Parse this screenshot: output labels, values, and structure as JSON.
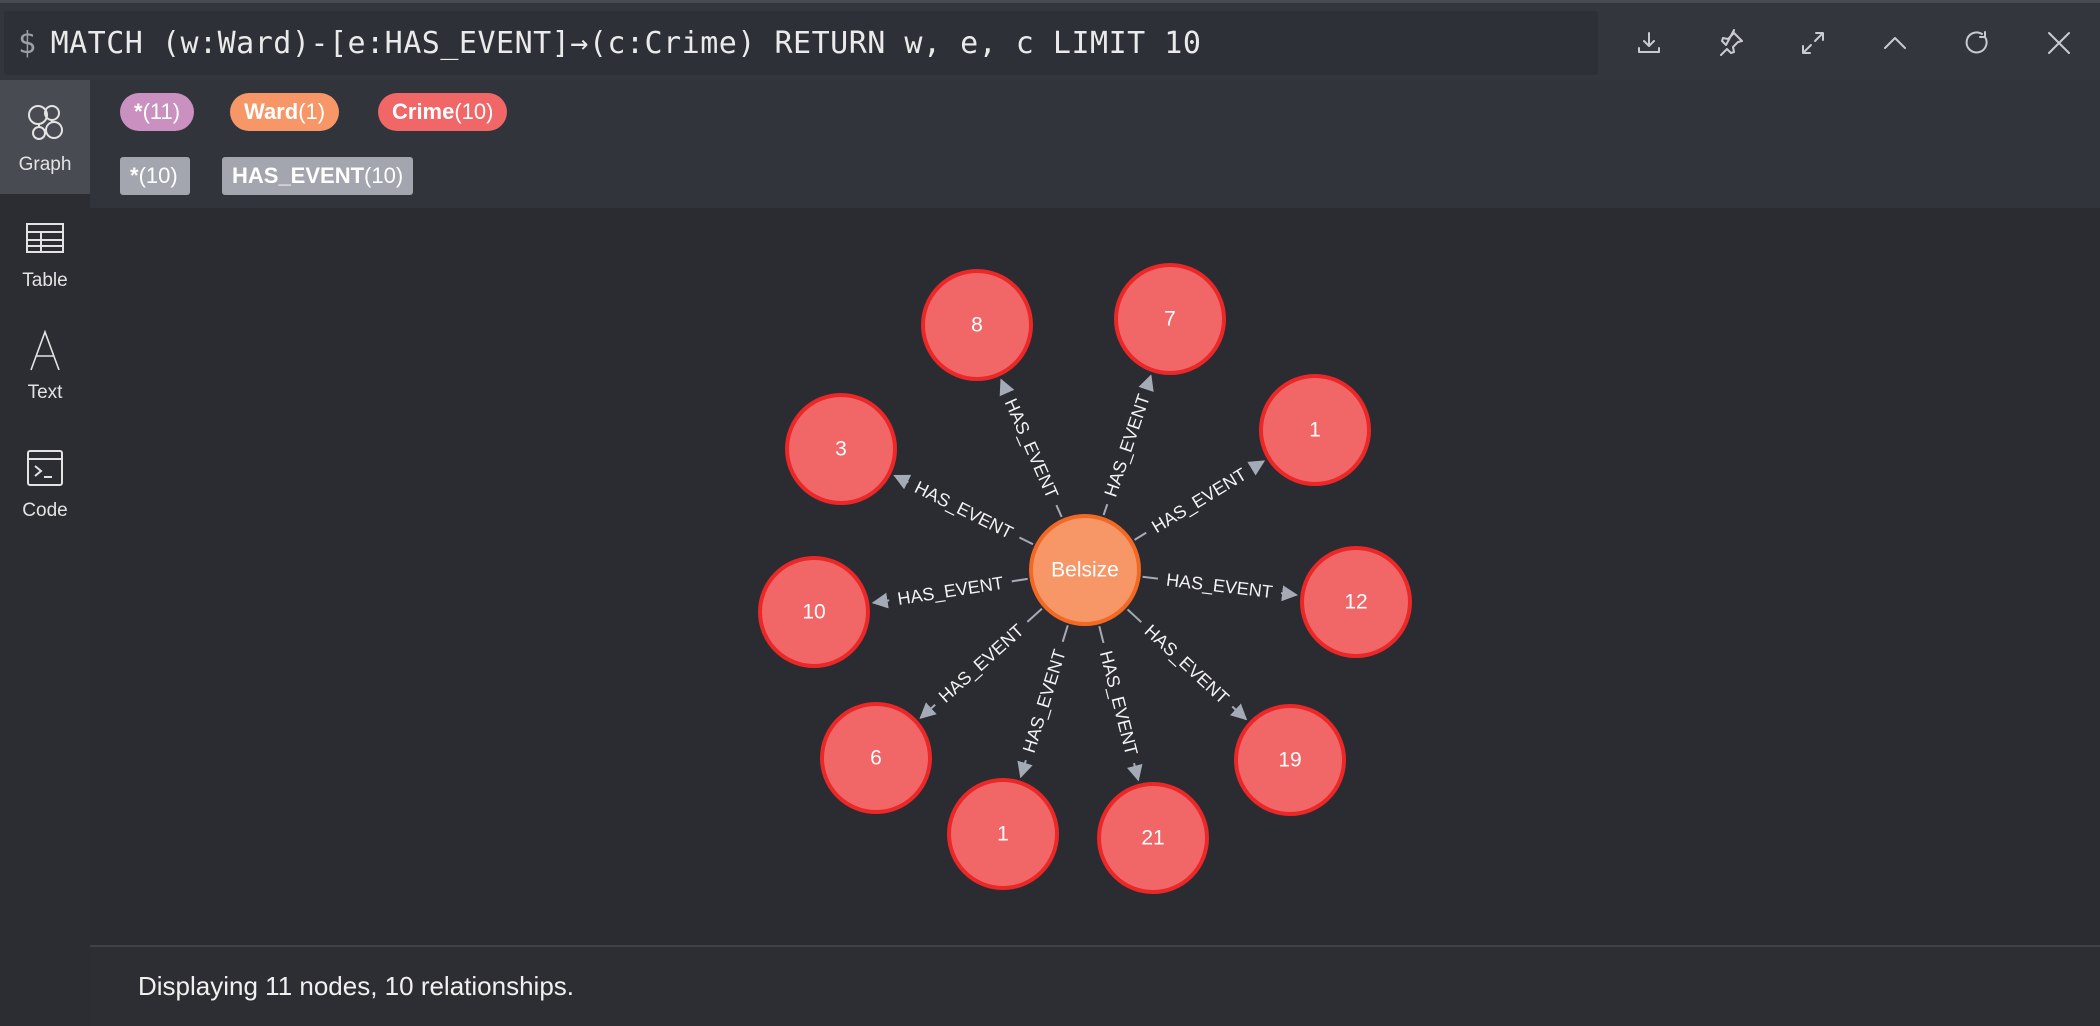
{
  "query": {
    "prompt": "$",
    "text": "MATCH (w:Ward)-[e:HAS_EVENT]→(c:Crime) RETURN w, e, c LIMIT 10"
  },
  "actions": [
    {
      "icon": "download-icon"
    },
    {
      "icon": "pin-icon"
    },
    {
      "icon": "expand-icon"
    },
    {
      "icon": "collapse-up-icon"
    },
    {
      "icon": "rerun-icon"
    },
    {
      "icon": "close-icon"
    }
  ],
  "sidebar": {
    "items": [
      {
        "label": "Graph",
        "icon": "graph-icon",
        "active": true
      },
      {
        "label": "Table",
        "icon": "table-icon",
        "active": false
      },
      {
        "label": "Text",
        "icon": "text-icon",
        "active": false
      },
      {
        "label": "Code",
        "icon": "code-icon",
        "active": false
      }
    ]
  },
  "legend": {
    "node_labels": [
      {
        "name": "*",
        "count": "(11)",
        "color": "#c990c0"
      },
      {
        "name": "Ward",
        "count": "(1)",
        "color": "#f79767"
      },
      {
        "name": "Crime",
        "count": "(10)",
        "color": "#f16667"
      }
    ],
    "relationship_types": [
      {
        "name": "*",
        "count": "(10)"
      },
      {
        "name": "HAS_EVENT",
        "count": "(10)"
      }
    ]
  },
  "graph": {
    "center": {
      "label": "Belsize",
      "color": "#f79767",
      "border": "#f36924"
    },
    "crime_color": "#f16667",
    "crime_border": "#eb2728",
    "relationship_label": "HAS_EVENT",
    "crimes": [
      "8",
      "7",
      "1",
      "12",
      "19",
      "21",
      "1",
      "6",
      "10",
      "3"
    ]
  },
  "footer": {
    "status": "Displaying 11 nodes, 10 relationships."
  }
}
